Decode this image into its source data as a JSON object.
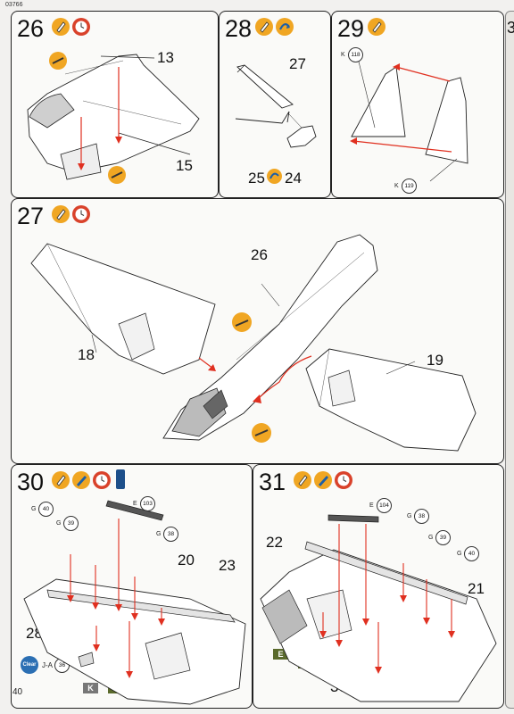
{
  "page": {
    "doc_code": "03766",
    "page_number": "40"
  },
  "step26": {
    "number": "26",
    "labels": [
      "13",
      "15"
    ]
  },
  "step28": {
    "number": "28",
    "labels": [
      "27",
      "25",
      "24"
    ]
  },
  "step29": {
    "number": "29",
    "k_top": "K",
    "k_top_num": "118",
    "k_bottom": "K",
    "k_bottom_num": "119"
  },
  "step27": {
    "number": "27",
    "labels": [
      "26",
      "18",
      "19"
    ]
  },
  "step30": {
    "number": "30",
    "e_prefix": "E",
    "e_num": "103",
    "g1_prefix": "G",
    "g1_num": "40",
    "g2_prefix": "G",
    "g2_num": "39",
    "g3_prefix": "G",
    "g3_num": "38",
    "labels": [
      "20",
      "23",
      "28"
    ],
    "clear_text": "Clear",
    "clear_part": "J-A",
    "clear_num": "36",
    "flags": [
      "K",
      "E",
      "E"
    ]
  },
  "step31": {
    "number": "31",
    "e_prefix": "E",
    "e_num": "104",
    "g1_prefix": "G",
    "g1_num": "38",
    "g2_prefix": "G",
    "g2_num": "39",
    "g3_prefix": "G",
    "g3_num": "40",
    "labels": [
      "22",
      "21",
      "30"
    ],
    "flags": [
      "E",
      "E"
    ]
  },
  "right_edge_labels": [
    "3"
  ],
  "colors": {
    "glue_orange": "#f0a623",
    "accent_red": "#e03020",
    "flag_green": "#5a6a2c",
    "flag_grey": "#777777",
    "clock_red": "#d9422b"
  }
}
